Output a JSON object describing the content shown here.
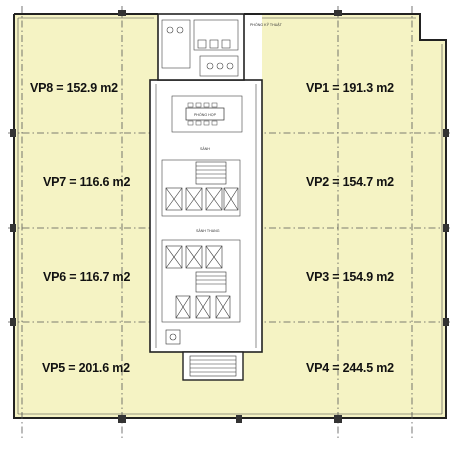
{
  "colors": {
    "unit_fill": "#f5f3c4",
    "wall": "#222222",
    "background": "#ffffff"
  },
  "units": [
    {
      "id": "VP8",
      "label": "VP8 = 152.9 m2",
      "area": 152.9
    },
    {
      "id": "VP1",
      "label": "VP1 = 191.3 m2",
      "area": 191.3
    },
    {
      "id": "VP7",
      "label": "VP7 = 116.6 m2",
      "area": 116.6
    },
    {
      "id": "VP2",
      "label": "VP2 = 154.7 m2",
      "area": 154.7
    },
    {
      "id": "VP6",
      "label": "VP6 = 116.7 m2",
      "area": 116.7
    },
    {
      "id": "VP3",
      "label": "VP3 = 154.9 m2",
      "area": 154.9
    },
    {
      "id": "VP5",
      "label": "VP5 = 201.6 m2",
      "area": 201.6
    },
    {
      "id": "VP4",
      "label": "VP4 = 244.5 m2",
      "area": 244.5
    }
  ],
  "core_labels": {
    "meeting_room": "PHÒNG HỌP",
    "top_note": "PHÒNG KỸ THUẬT",
    "corridor": "SẢNH",
    "lobby": "SẢNH THANG"
  }
}
